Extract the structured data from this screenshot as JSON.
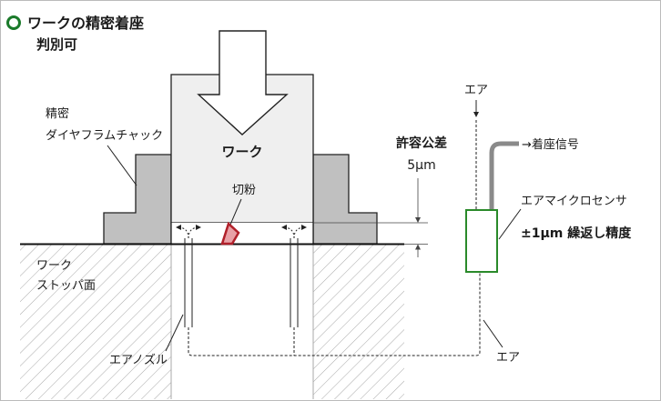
{
  "title": {
    "line1": "ワークの精密着座",
    "line2": "判別可"
  },
  "labels": {
    "chuck_line1": "精密",
    "chuck_line2": "ダイヤフラムチャック",
    "workpiece": "ワーク",
    "chip": "切粉",
    "stopper_line1": "ワーク",
    "stopper_line2": "ストッパ面",
    "air_nozzle": "エアノズル",
    "tolerance_title": "許容公差",
    "tolerance_value": "5μm",
    "air_in": "エア",
    "seat_signal": "→着座信号",
    "sensor_name": "エアマイクロセンサ",
    "sensor_accuracy": "±1μm 繰返し精度",
    "air_out": "エア"
  },
  "colors": {
    "title_marker": "#1a7a2a",
    "sensor_border": "#2a8a2a",
    "chip_fill": "#b0202a",
    "chuck_gray": "#c0c0c0",
    "work_fill": "#efefef",
    "stopper_hatch": "#999999",
    "frame": "#bbbbbb"
  },
  "icons": {
    "title_marker": "circle-outline-icon",
    "down_arrow": "large-down-arrow-icon"
  }
}
